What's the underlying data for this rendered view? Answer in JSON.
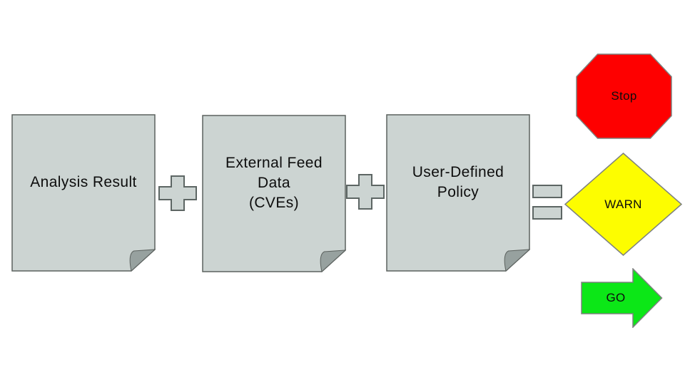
{
  "diagram": {
    "documents": [
      {
        "id": "analysis-result",
        "label": "Analysis Result"
      },
      {
        "id": "external-feed-data",
        "label": "External Feed\nData\n(CVEs)"
      },
      {
        "id": "user-defined-policy",
        "label": "User-Defined\nPolicy"
      }
    ],
    "operators": [
      {
        "id": "plus-1",
        "icon": "plus-icon"
      },
      {
        "id": "plus-2",
        "icon": "plus-icon"
      },
      {
        "id": "equals",
        "icon": "equals-icon"
      }
    ],
    "outcomes": [
      {
        "id": "stop",
        "label": "Stop",
        "shape": "octagon",
        "color": "#fe0000"
      },
      {
        "id": "warn",
        "label": "WARN",
        "shape": "diamond",
        "color": "#fdfd00"
      },
      {
        "id": "go",
        "label": "GO",
        "shape": "arrow-right",
        "color": "#0ce717"
      }
    ],
    "colors": {
      "background": "#ffffff",
      "document_fill": "#ccd4d2",
      "document_border": "#5c625f",
      "document_fold": "#97a19f",
      "operator_fill": "#ccd4d2",
      "operator_border": "#5d6664",
      "outcome_border": "#7d817f",
      "text": "#0d0d0d"
    }
  }
}
